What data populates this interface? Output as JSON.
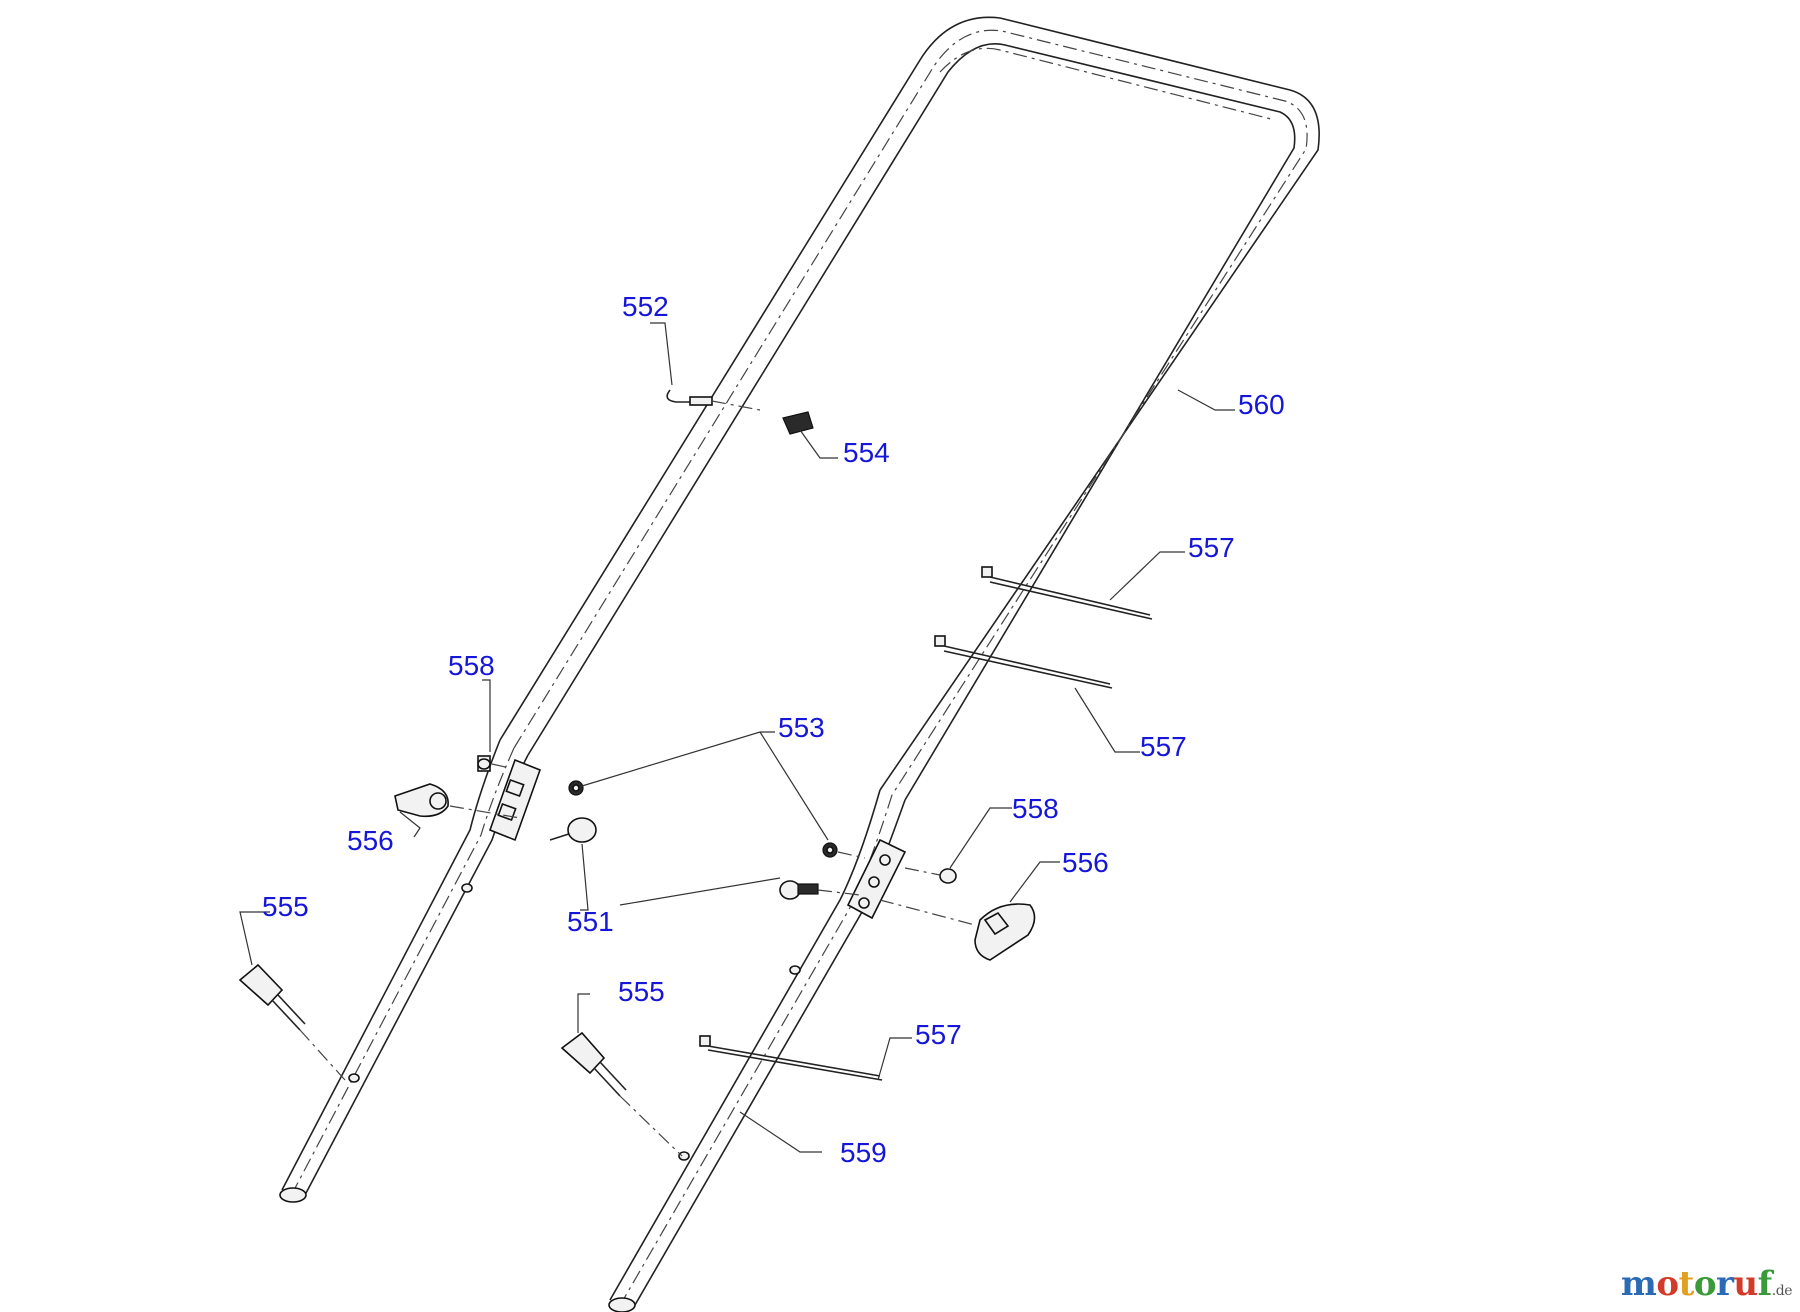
{
  "diagram": {
    "callouts": [
      {
        "id": "c552",
        "label": "552"
      },
      {
        "id": "c554",
        "label": "554"
      },
      {
        "id": "c560",
        "label": "560"
      },
      {
        "id": "c557a",
        "label": "557"
      },
      {
        "id": "c558a",
        "label": "558"
      },
      {
        "id": "c553",
        "label": "553"
      },
      {
        "id": "c557b",
        "label": "557"
      },
      {
        "id": "c556a",
        "label": "556"
      },
      {
        "id": "c558b",
        "label": "558"
      },
      {
        "id": "c556b",
        "label": "556"
      },
      {
        "id": "c555a",
        "label": "555"
      },
      {
        "id": "c551",
        "label": "551"
      },
      {
        "id": "c555b",
        "label": "555"
      },
      {
        "id": "c557c",
        "label": "557"
      },
      {
        "id": "c559",
        "label": "559"
      }
    ],
    "label_color": "#1616d8"
  },
  "watermark": {
    "letters": [
      {
        "ch": "m",
        "color": "#2b6bb5"
      },
      {
        "ch": "o",
        "color": "#d23a2a"
      },
      {
        "ch": "t",
        "color": "#e0a020"
      },
      {
        "ch": "o",
        "color": "#3a9a3a"
      },
      {
        "ch": "r",
        "color": "#2b6bb5"
      },
      {
        "ch": "u",
        "color": "#d23a2a"
      },
      {
        "ch": "f",
        "color": "#3a9a3a"
      }
    ],
    "tld": ".de"
  }
}
